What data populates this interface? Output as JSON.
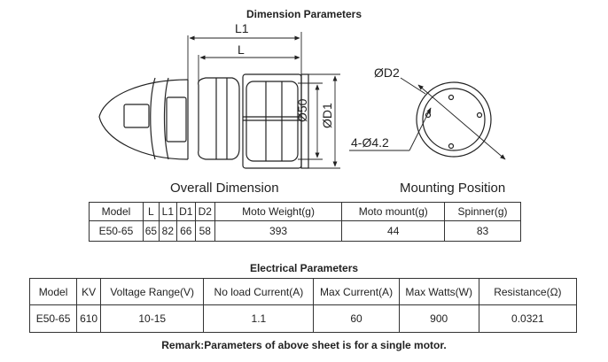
{
  "titles": {
    "dimension": "Dimension  Parameters",
    "electrical": "Electrical  Parameters",
    "overall": "Overall Dimension",
    "mounting": "Mounting Position"
  },
  "diagram_labels": {
    "l1": "L1",
    "l": "L",
    "d50": "Ø50",
    "d1": "ØD1",
    "d2": "ØD2",
    "holes": "4-Ø4.2"
  },
  "dimension_table": {
    "headers": [
      "Model",
      "L",
      "L1",
      "D1",
      "D2",
      "Moto Weight(g)",
      "Moto mount(g)",
      "Spinner(g)"
    ],
    "row": [
      "E50-65",
      "65",
      "82",
      "66",
      "58",
      "393",
      "44",
      "83"
    ]
  },
  "electrical_table": {
    "headers": [
      "Model",
      "KV",
      "Voltage Range(V)",
      "No load Current(A)",
      "Max Current(A)",
      "Max Watts(W)",
      "Resistance(Ω)"
    ],
    "row": [
      "E50-65",
      "610",
      "10-15",
      "1.1",
      "60",
      "900",
      "0.0321"
    ]
  },
  "remark": "Remark:Parameters of above sheet is for a single motor."
}
